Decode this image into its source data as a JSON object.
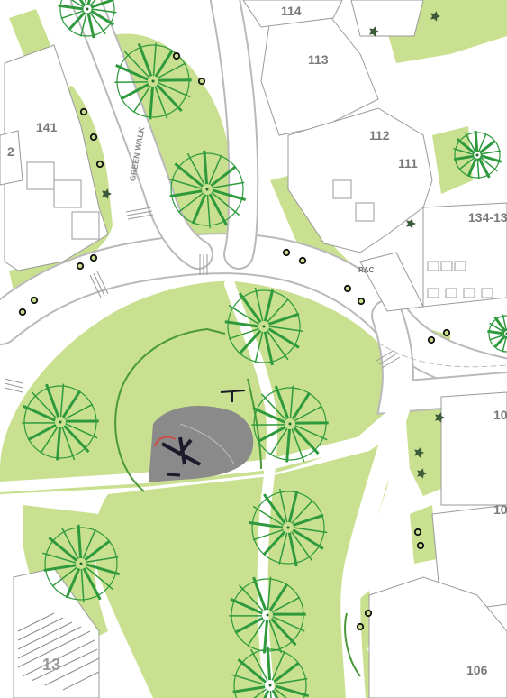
{
  "map": {
    "colors": {
      "grass": "#c8e08f",
      "grass_dark": "#8bbf4a",
      "road": "#ffffff",
      "road_edge": "#b9b9b9",
      "building_line": "#9a9a9a",
      "tree": "#2f9a3d",
      "tree_dot": "#1f6b2a",
      "playground": "#8a8a8a",
      "hedge": "#4a9a3a"
    },
    "labels": {
      "plot_114": "114",
      "plot_113": "113",
      "plot_112": "112",
      "plot_111": "111",
      "plot_141": "141",
      "plot_134": "134-13",
      "plot_10a": "10",
      "plot_10b": "10",
      "plot_106": "106",
      "plot_13": "13",
      "plot_2": "2",
      "street_green_walk": "GREEN WALK",
      "tag_rac": "RAC"
    },
    "icons": [
      "tree-symbol-icon",
      "shrub-icon",
      "marker-circle-icon",
      "play-equipment-icon"
    ]
  }
}
